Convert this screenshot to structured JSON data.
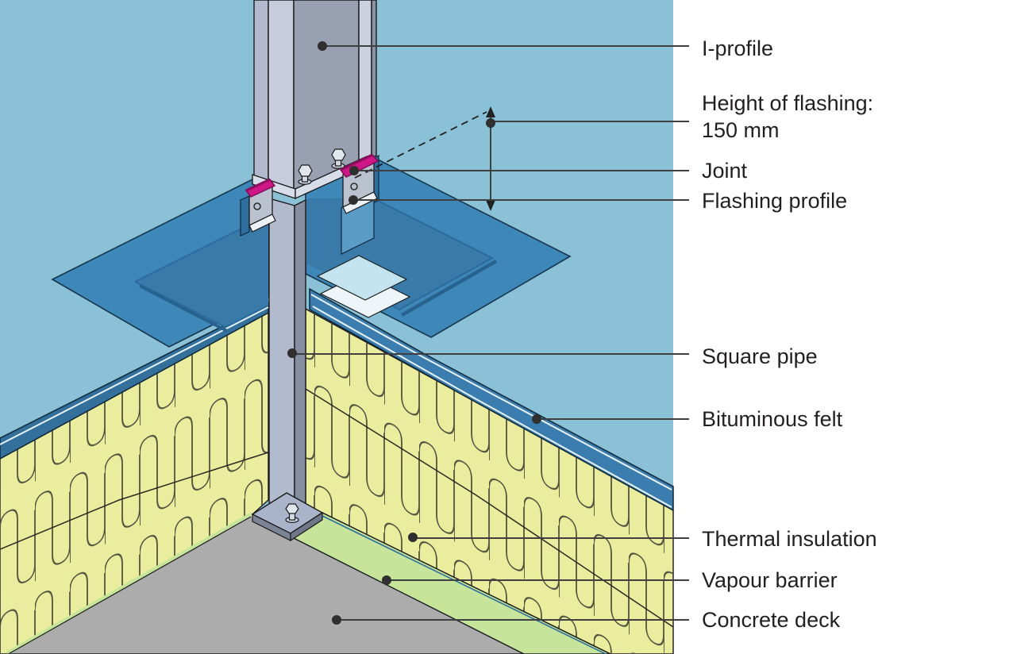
{
  "diagram": {
    "type": "isometric construction detail — roof penetration flashing at steel column",
    "labels": [
      {
        "id": "i-profile",
        "text": "I-profile"
      },
      {
        "id": "height-of-flashing",
        "text": "Height of flashing:",
        "value": "150 mm"
      },
      {
        "id": "joint",
        "text": "Joint"
      },
      {
        "id": "flashing-profile",
        "text": "Flashing profile"
      },
      {
        "id": "square-pipe",
        "text": "Square pipe"
      },
      {
        "id": "bituminous-felt",
        "text": "Bituminous felt"
      },
      {
        "id": "thermal-insulation",
        "text": "Thermal insulation"
      },
      {
        "id": "vapour-barrier",
        "text": "Vapour barrier"
      },
      {
        "id": "concrete-deck",
        "text": "Concrete deck"
      }
    ],
    "materials": {
      "sky_background": "#8ac1d6",
      "bituminous_felt_patch": "#3e87b9",
      "felt_upstand_dark": "#2e6f9e",
      "felt_cut_edge": "#33709c",
      "flashing_corner_piece_light": "#c3e4ef",
      "thermal_insulation": "#eaed9e",
      "insulation_wave_line": "#4b4e3c",
      "vapour_barrier": "#c7e59a",
      "concrete_deck": "#acacac",
      "steel_light": "#c7cddc",
      "steel_mid": "#b3bace",
      "steel_web_dark": "#98a0b2",
      "end_plate": "#d8dde9",
      "joint_seal_magenta": "#ce1687",
      "leader_line": "#3f3f3f",
      "label_text": "#231f20"
    }
  }
}
